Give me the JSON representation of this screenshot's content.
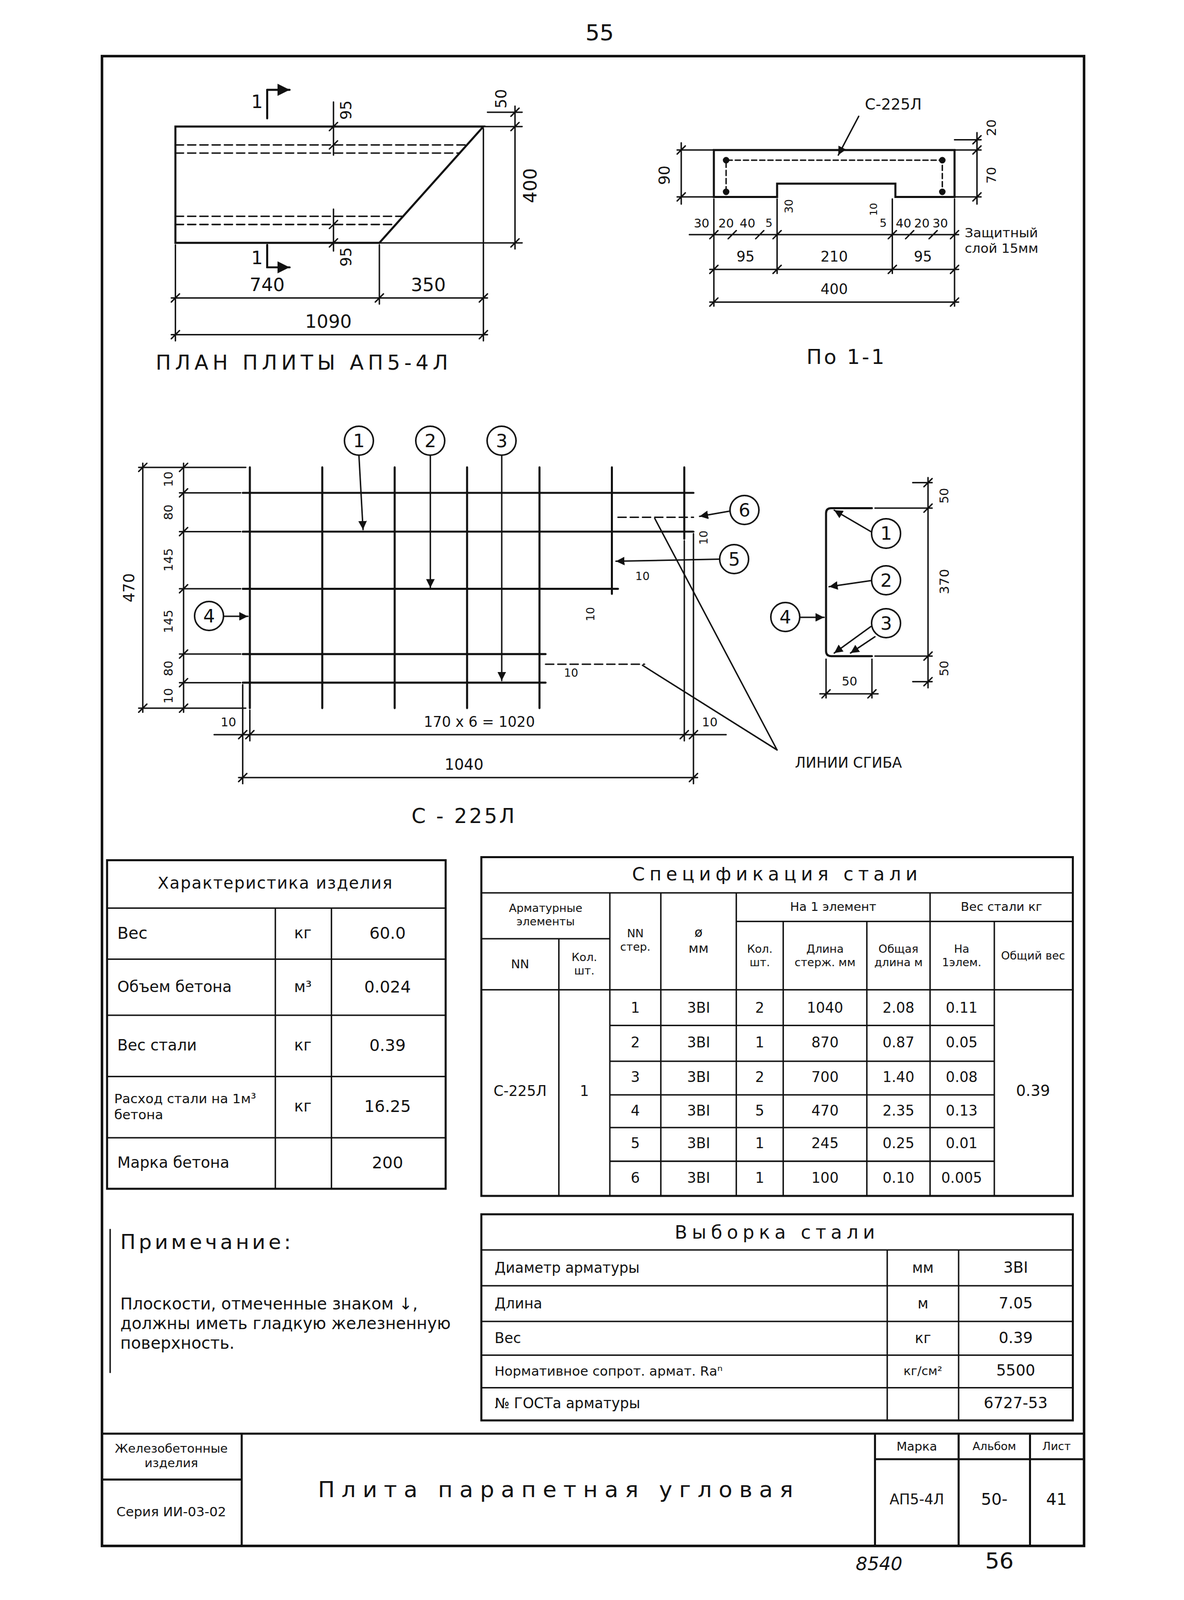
{
  "diagram": {
    "nodes": [
      {
        "text": [
          "1"
        ]
      },
      {
        "text": [
          "2"
        ]
      },
      {
        "text": [
          "3"
        ]
      },
      {
        "text": [
          "6"
        ]
      },
      {
        "text": [
          "5"
        ]
      },
      {
        "text": [
          "4"
        ]
      },
      {
        "text": [
          "1"
        ]
      },
      {
        "text": [
          "2"
        ]
      },
      {
        "text": [
          "3"
        ]
      },
      {
        "text": [
          "4"
        ]
      }
    ],
    "labels": [
      "55",
      "1",
      "95",
      "50",
      "400",
      "1",
      "95",
      "740",
      "350",
      "1090",
      "ПЛАН ПЛИТЫ АП5-4Л",
      "С-225Л",
      "20",
      "90",
      "70",
      "30",
      "10",
      "30",
      "20",
      "40",
      "5",
      "5",
      "40",
      "20",
      "30",
      "Защитный слой 15мм",
      "95",
      "210",
      "95",
      "400",
      "По 1-1",
      "10",
      "80",
      "145",
      "145",
      "80",
      "10",
      "470",
      "10",
      "10",
      "10",
      "10",
      "10",
      "170 x 6 = 1020",
      "10",
      "1040",
      "С - 225Л",
      "ЛИНИИ СГИБА",
      "50",
      "370",
      "50",
      "50",
      "Характеристика изделия",
      "Вес",
      "кг",
      "60.0",
      "Объем бетона",
      "м³",
      "0.024",
      "Вес стали",
      "кг",
      "0.39",
      "Расход стали на 1м³ бетона",
      "кг",
      "16.25",
      "Марка бетона",
      "200",
      "Спецификация стали",
      "Арматурные элементы",
      "NN стер.",
      "ø мм",
      "На 1 элемент",
      "Вес стали кг",
      "NN",
      "Кол. шт.",
      "Кол. шт.",
      "Длина стерж. мм",
      "Общая длина м",
      "На 1элем.",
      "Общий вес",
      "С-225Л",
      "1",
      "1",
      "3ВI",
      "2",
      "1040",
      "2.08",
      "0.11",
      "2",
      "3ВI",
      "1",
      "870",
      "0.87",
      "0.05",
      "3",
      "3ВI",
      "2",
      "700",
      "1.40",
      "0.08",
      "4",
      "3ВI",
      "5",
      "470",
      "2.35",
      "0.13",
      "5",
      "3ВI",
      "1",
      "245",
      "0.25",
      "0.01",
      "6",
      "3ВI",
      "1",
      "100",
      "0.10",
      "0.005",
      "0.39",
      "Выборка стали",
      "Диаметр арматуры",
      "мм",
      "3ВI",
      "Длина",
      "м",
      "7.05",
      "Вес",
      "кг",
      "0.39",
      "Нормативное сопрот. армат. Rаⁿ",
      "кг/см²",
      "5500",
      "№ ГОСТа арматуры",
      "6727-53",
      "Примечание:",
      "Плоскости, отмеченные знаком ↓, должны иметь гладкую железненную поверхность.",
      "Железобетонные изделия",
      "Серия ИИ-03-02",
      "Плита парапетная угловая",
      "Марка",
      "АП5-4Л",
      "Альбом",
      "50-",
      "Лист",
      "41",
      "8540",
      "56"
    ]
  }
}
